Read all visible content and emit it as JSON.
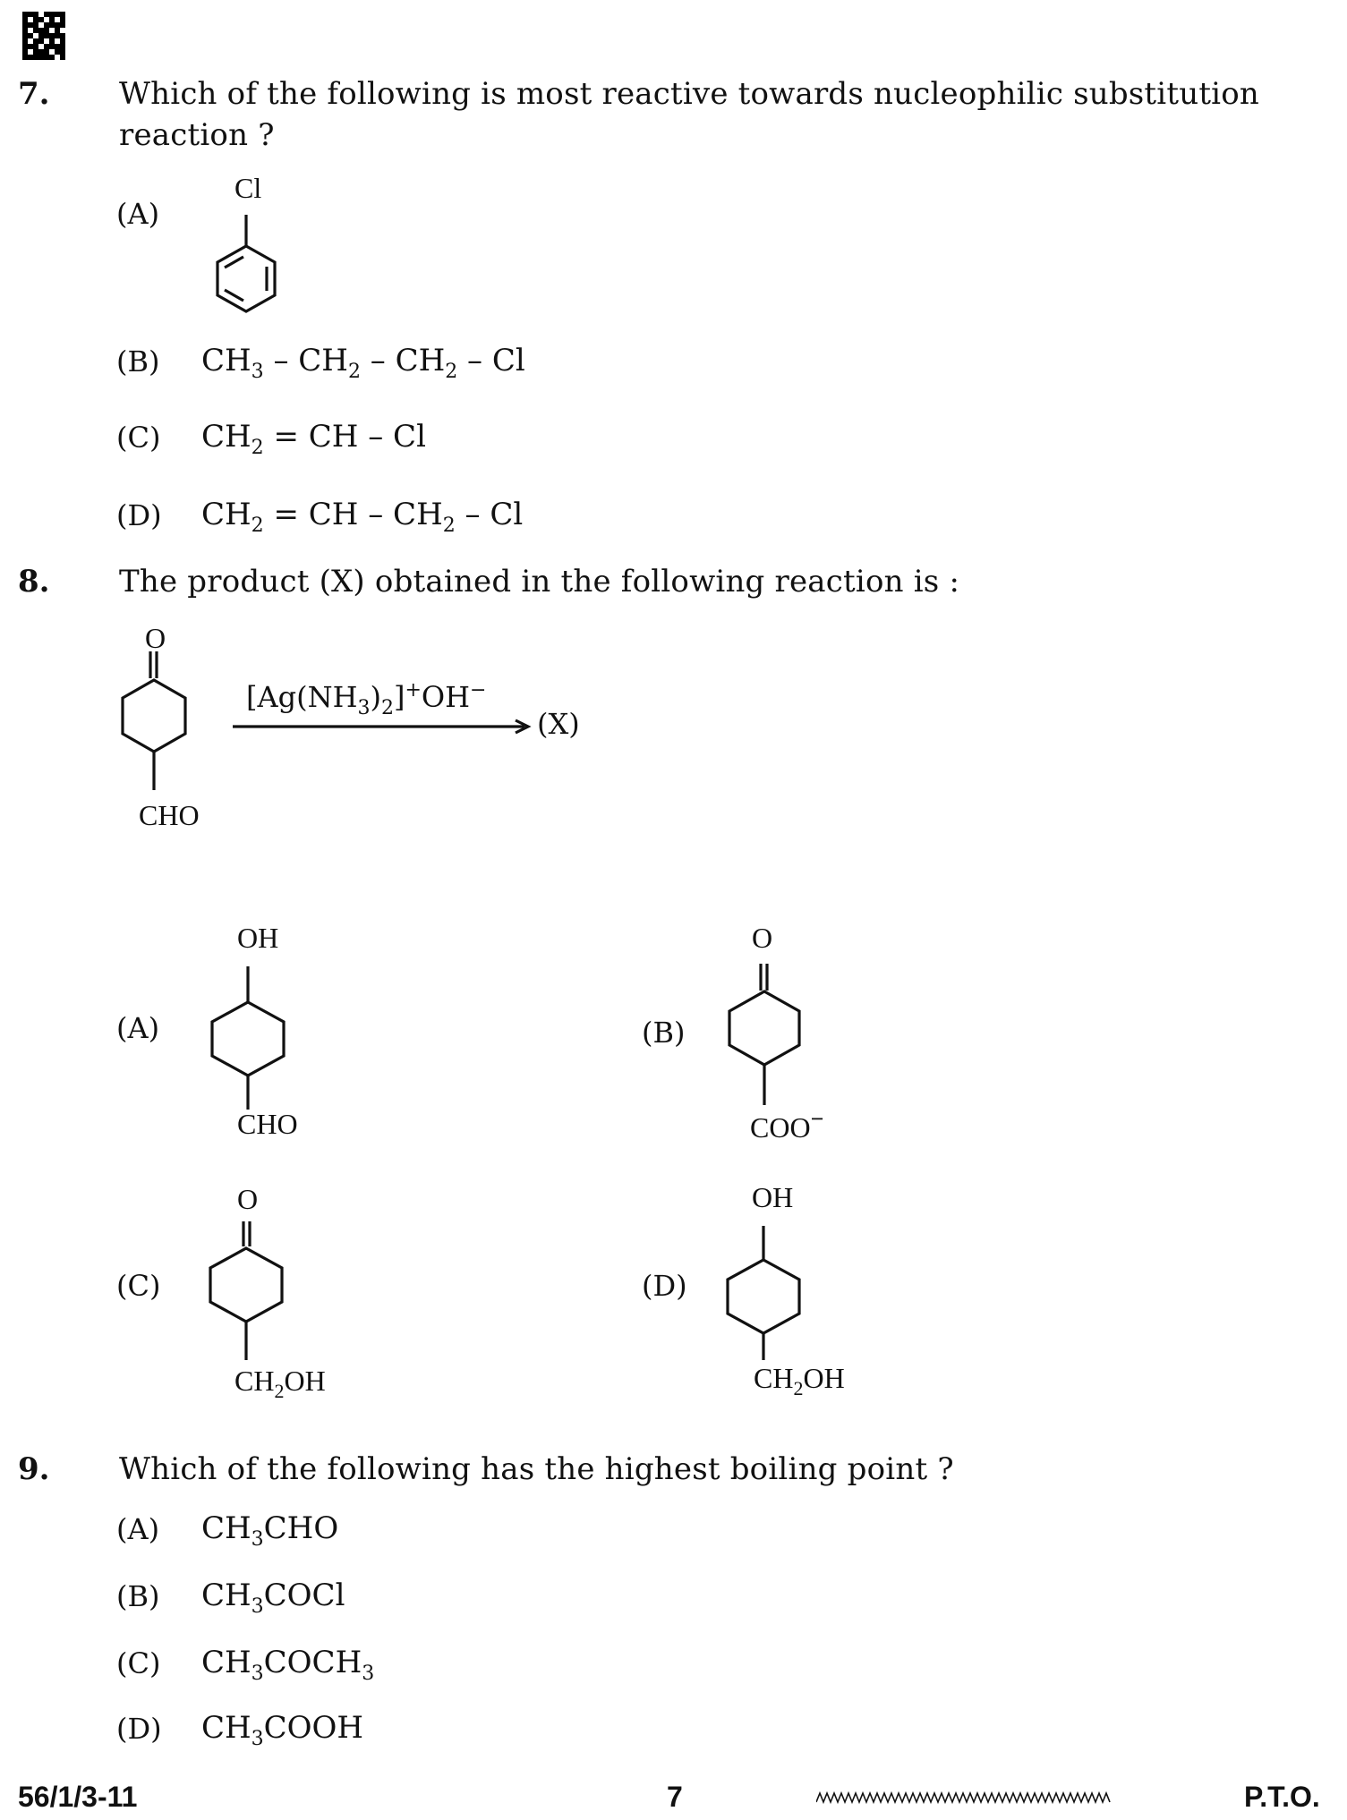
{
  "qr_code": {
    "icon": "qr-code-icon"
  },
  "questions": [
    {
      "number": "7.",
      "text_line1": "Which of the following is most reactive towards nucleophilic substitution",
      "text_line2": "reaction ?",
      "options": [
        {
          "label": "(A)",
          "structure": "chlorobenzene",
          "substituent": "Cl"
        },
        {
          "label": "(B)",
          "formula_parts": [
            "CH",
            "3",
            " – CH",
            "2",
            " – CH",
            "2",
            " – Cl"
          ]
        },
        {
          "label": "(C)",
          "formula_parts": [
            "CH",
            "2",
            " = CH – Cl"
          ]
        },
        {
          "label": "(D)",
          "formula_parts": [
            "CH",
            "2",
            " = CH – CH",
            "2",
            " – Cl"
          ]
        }
      ]
    },
    {
      "number": "8.",
      "text": "The product (X) obtained in the following reaction is :",
      "reactant": {
        "top": "O",
        "bottom": "CHO"
      },
      "reagent": {
        "part1": "[Ag(NH",
        "sub1": "3",
        "part2": ")",
        "sub2": "2",
        "part3": "]",
        "sup1": "+",
        "part4": "OH",
        "sup2": "−"
      },
      "product": "(X)",
      "options": [
        {
          "label": "(A)",
          "top": "OH",
          "bottom": "CHO"
        },
        {
          "label": "(B)",
          "top": "O",
          "bottom": "COO",
          "bottom_charge": "−"
        },
        {
          "label": "(C)",
          "top": "O",
          "bottom_main": "CH",
          "bottom_sub": "2",
          "bottom_rest": "OH"
        },
        {
          "label": "(D)",
          "top": "OH",
          "bottom_main": "CH",
          "bottom_sub": "2",
          "bottom_rest": "OH"
        }
      ]
    },
    {
      "number": "9.",
      "text": "Which of the following has the highest boiling point ?",
      "options": [
        {
          "label": "(A)",
          "formula_parts": [
            "CH",
            "3",
            "CHO"
          ]
        },
        {
          "label": "(B)",
          "formula_parts": [
            "CH",
            "3",
            "COCl"
          ]
        },
        {
          "label": "(C)",
          "formula_parts": [
            "CH",
            "3",
            "COCH",
            "3"
          ]
        },
        {
          "label": "(D)",
          "formula_parts": [
            "CH",
            "3",
            "COOH"
          ]
        }
      ]
    }
  ],
  "footer": {
    "code": "56/1/3-11",
    "page": "7",
    "wavy": "wwwwwwwwwwwwwwwwww",
    "pto": "P.T.O."
  }
}
